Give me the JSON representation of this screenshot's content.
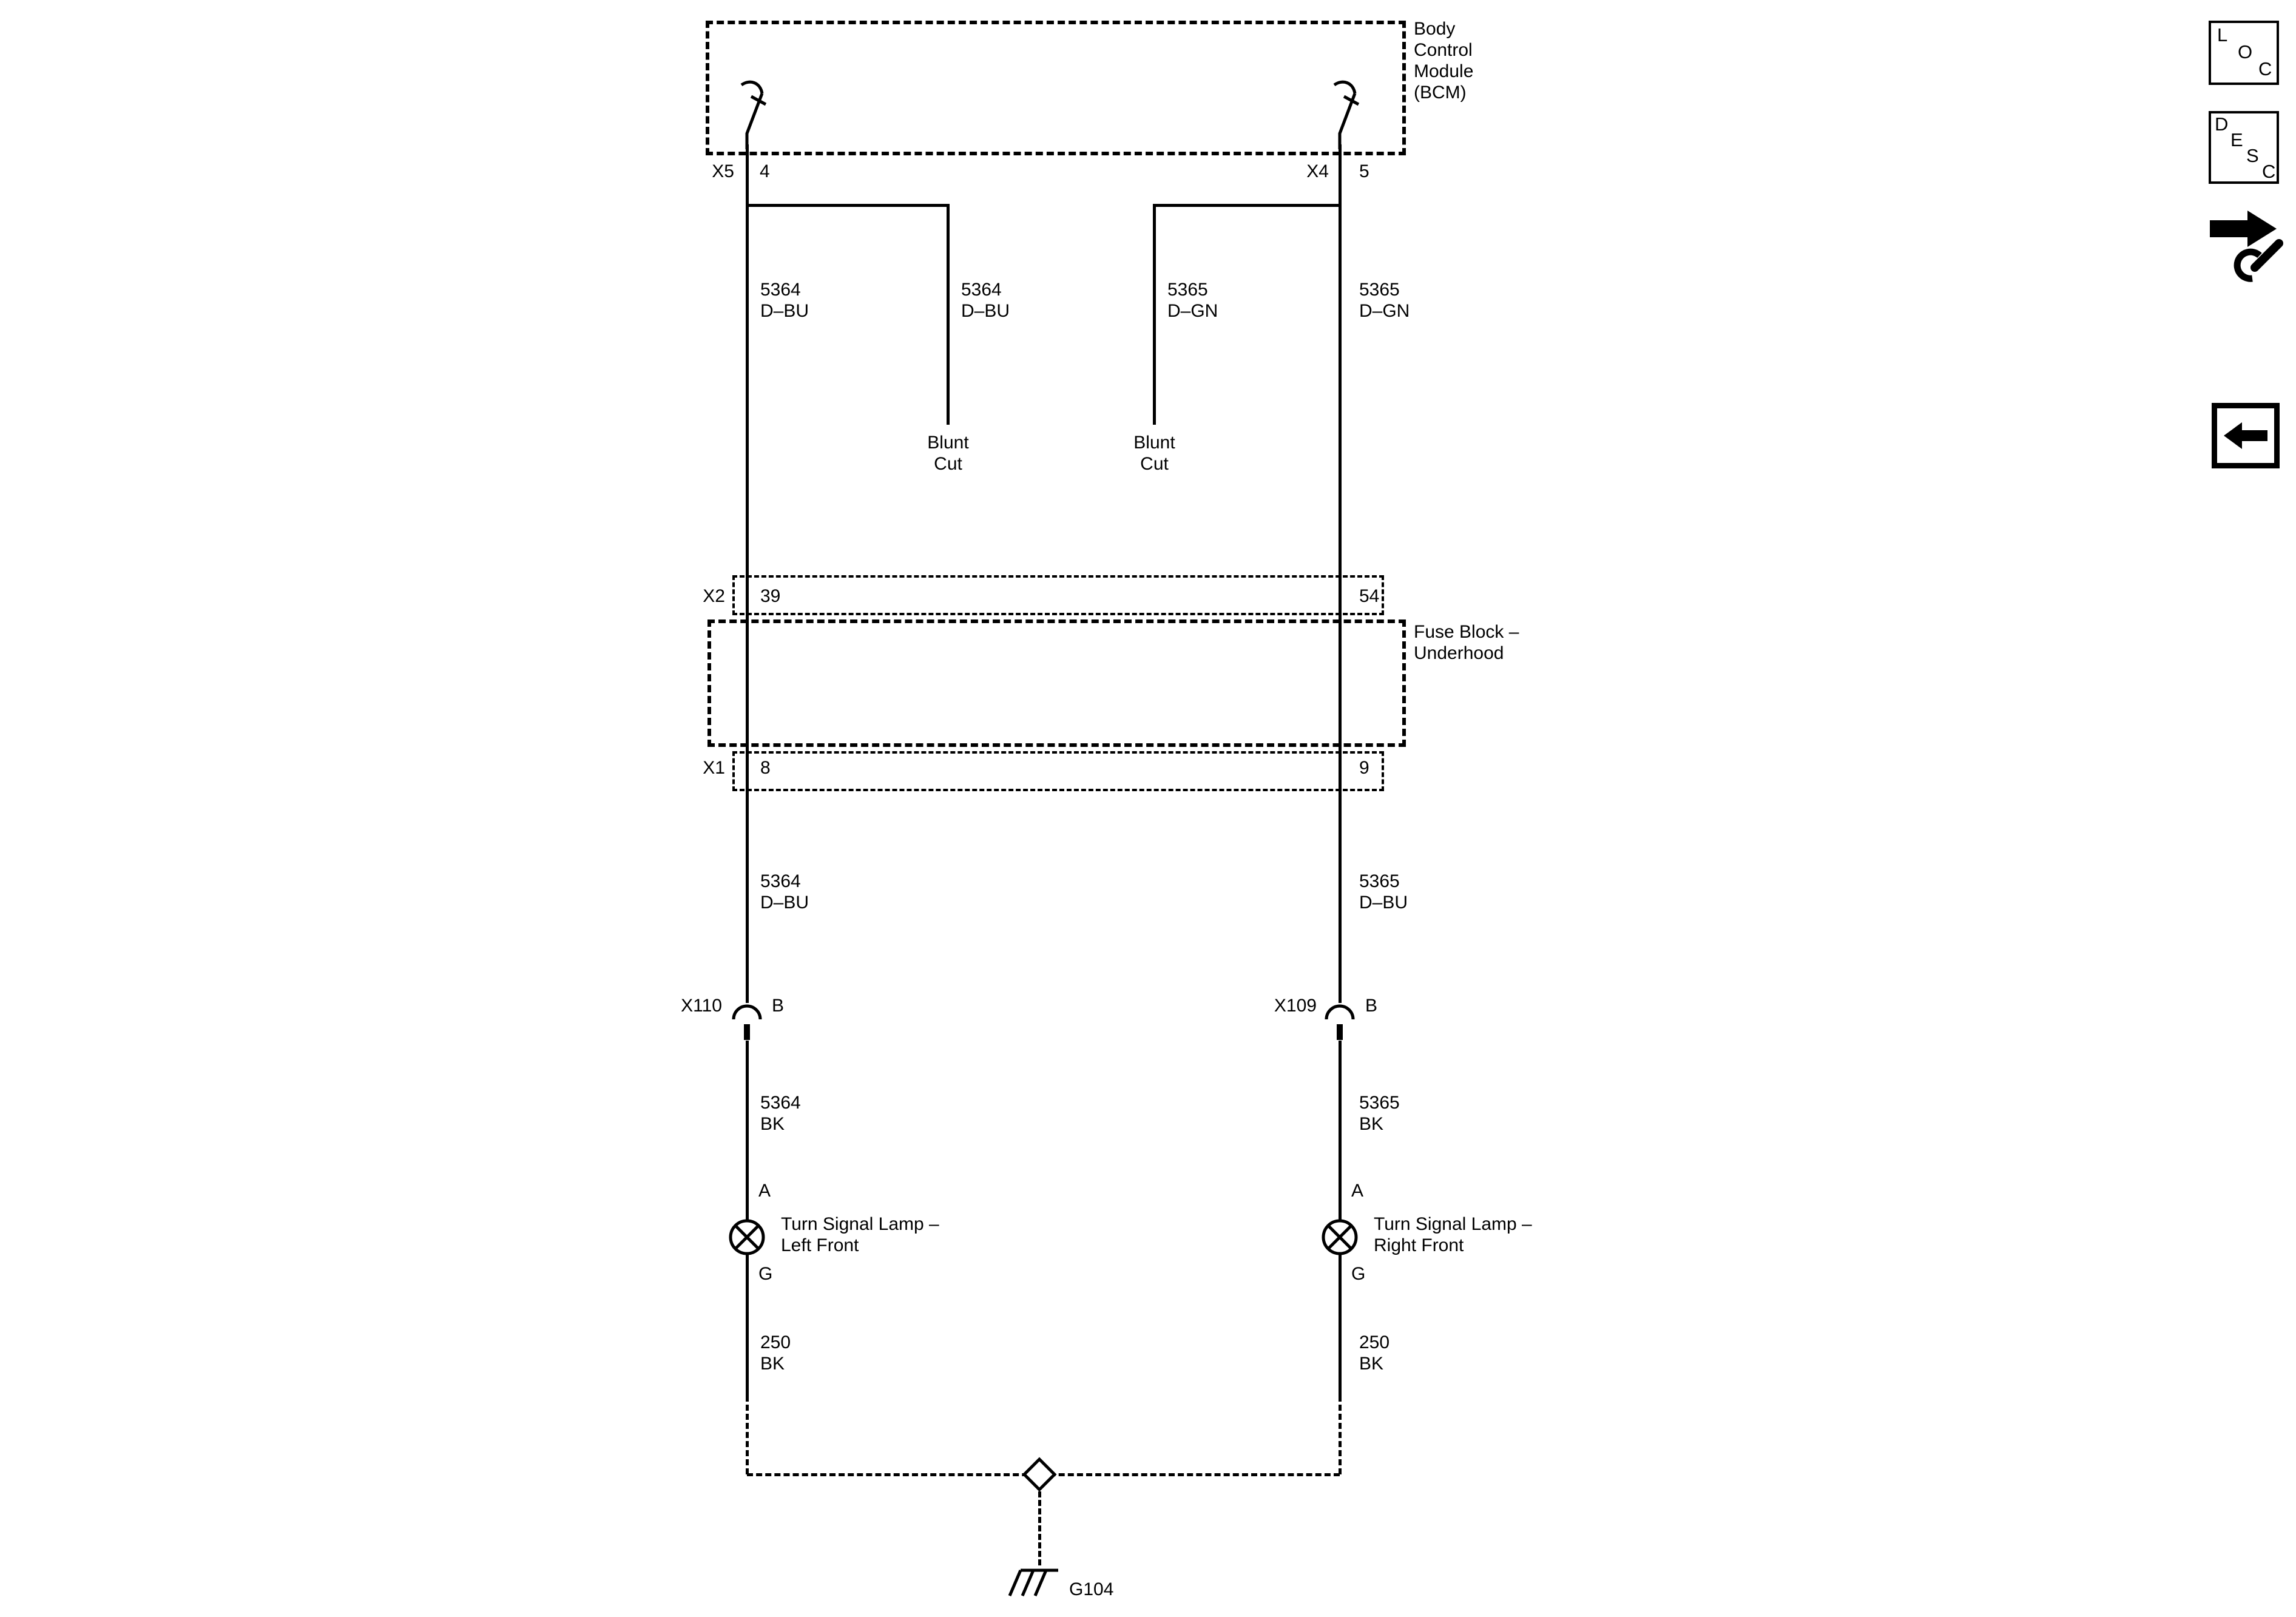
{
  "bcm": {
    "label": "Body\nControl\nModule\n(BCM)",
    "connector_left": {
      "name": "X5",
      "pin": "4"
    },
    "connector_right": {
      "name": "X4",
      "pin": "5"
    }
  },
  "fuse_block": {
    "label": "Fuse Block –\nUnderhood",
    "connector_top": {
      "name": "X2",
      "pin_left": "39",
      "pin_right": "54"
    },
    "connector_bottom": {
      "name": "X1",
      "pin_left": "8",
      "pin_right": "9"
    }
  },
  "wires": {
    "bcm_left": "5364\nD–BU",
    "blunt_left": "5364\nD–BU",
    "blunt_right": "5365\nD–GN",
    "bcm_right": "5365\nD–GN",
    "mid_left": "5364\nD–BU",
    "mid_right": "5365\nD–BU",
    "low_left": "5364\nBK",
    "low_right": "5365\nBK",
    "gnd_left": "250\nBK",
    "gnd_right": "250\nBK"
  },
  "blunt_cut": {
    "left": "Blunt\nCut",
    "right": "Blunt\nCut"
  },
  "inline_connectors": {
    "left": {
      "name": "X110",
      "pin": "B"
    },
    "right": {
      "name": "X109",
      "pin": "B"
    }
  },
  "lamps": {
    "left": {
      "pin_top": "A",
      "pin_bottom": "G",
      "label": "Turn Signal Lamp –\nLeft Front"
    },
    "right": {
      "pin_top": "A",
      "pin_bottom": "G",
      "label": "Turn Signal Lamp –\nRight Front"
    }
  },
  "ground": {
    "name": "G104"
  },
  "sidebar": {
    "loc_letters": [
      "L",
      "O",
      "C"
    ],
    "desc_letters": [
      "D",
      "E",
      "S",
      "C"
    ]
  },
  "colors": {
    "line": "#000000",
    "background": "#ffffff"
  }
}
